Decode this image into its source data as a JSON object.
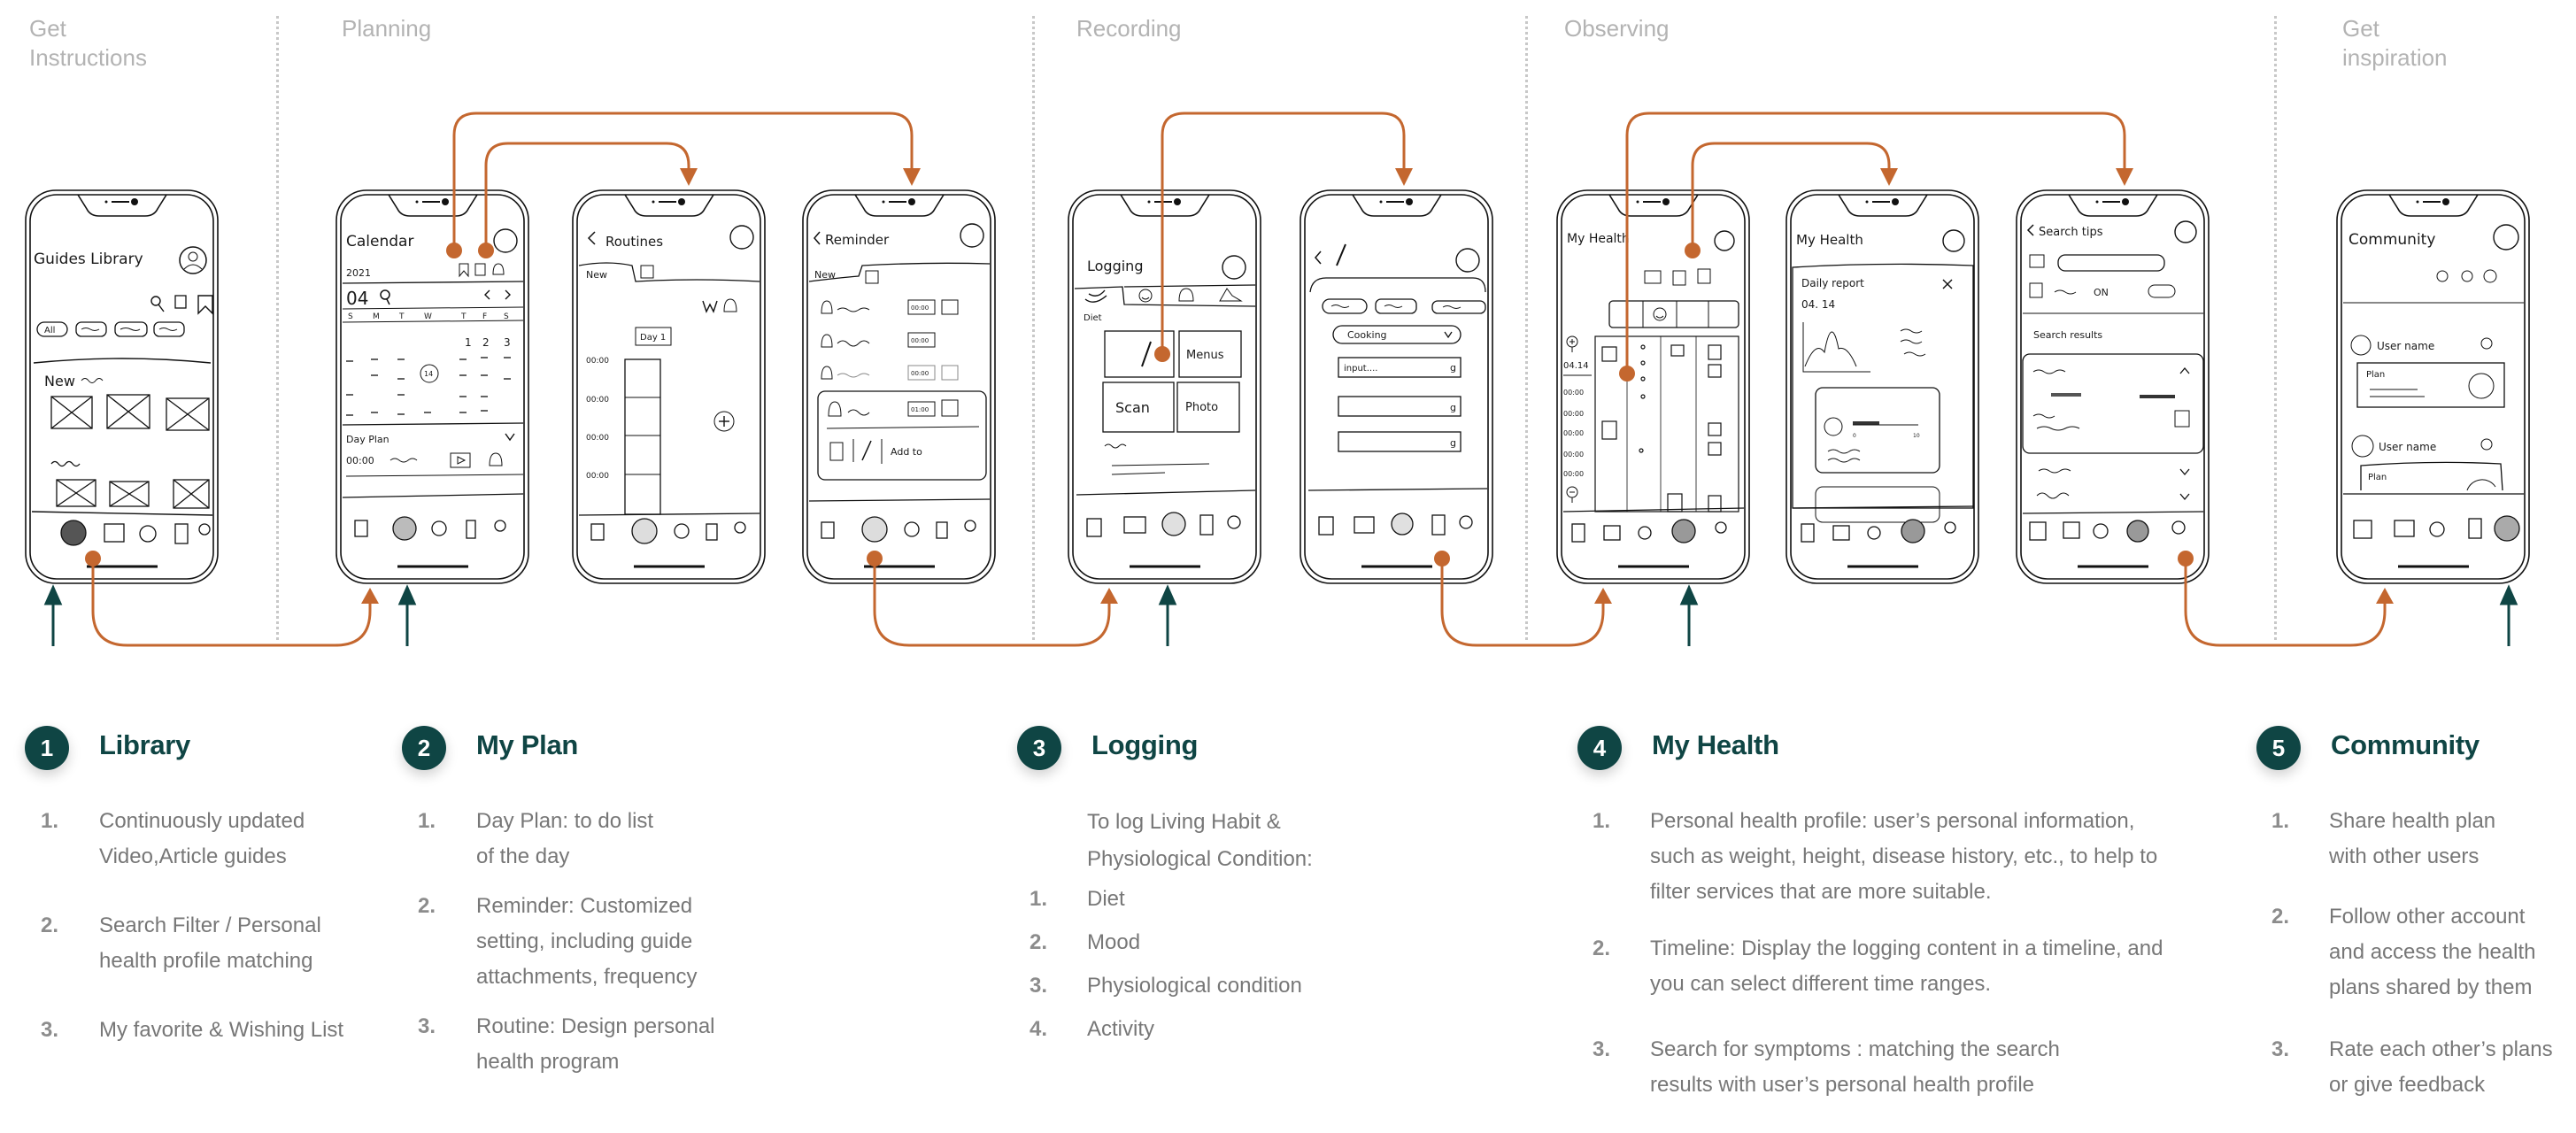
{
  "stages": [
    {
      "label": "Get\nInstructions"
    },
    {
      "label": "Planning"
    },
    {
      "label": "Recording"
    },
    {
      "label": "Observing"
    },
    {
      "label": "Get\ninspiration"
    }
  ],
  "colors": {
    "accent_orange": "#c4672f",
    "teal": "#0f4544",
    "stage_label": "#b3b3b3",
    "body_text": "#777777"
  },
  "screens": {
    "library": {
      "title": "Guides Library",
      "chip_all": "All",
      "section": "New"
    },
    "calendar": {
      "title": "Calendar",
      "year": "2021",
      "month": "04",
      "weekdays": [
        "S",
        "M",
        "T",
        "W",
        "T",
        "F",
        "S"
      ],
      "dates": [
        "1",
        "2",
        "3"
      ],
      "today": "14",
      "day_plan": "Day Plan",
      "time": "00:00"
    },
    "routines": {
      "title": "Routines",
      "new": "New",
      "day": "Day 1",
      "times": [
        "00:00",
        "00:00",
        "00:00",
        "00:00"
      ]
    },
    "reminder": {
      "title": "Reminder",
      "new": "New",
      "times": [
        "00:00",
        "00:00",
        "00:00",
        "01:00"
      ],
      "add_to": "Add to"
    },
    "logging": {
      "title": "Logging",
      "tab": "Diet",
      "tiles": [
        "Menus",
        "Scan",
        "Photo"
      ]
    },
    "log_input": {
      "select": "Cooking",
      "input_placeholder": "input....",
      "unit": "g"
    },
    "health": {
      "title": "My Health",
      "date": "04.14",
      "times": [
        "00:00",
        "00:00",
        "00:00",
        "00:00",
        "00:00"
      ]
    },
    "daily_report": {
      "title": "My Health",
      "card_title": "Daily report",
      "date": "04. 14",
      "scale_min": "0",
      "scale_max": "10"
    },
    "search_tips": {
      "title": "Search tips",
      "toggle": "ON",
      "results": "Search results"
    },
    "community": {
      "title": "Community",
      "user": "User name",
      "plan": "Plan"
    }
  },
  "sections": [
    {
      "num": "1",
      "title": "Library",
      "items": [
        {
          "n": "1.",
          "text": "Continuously updated\nVideo,Article guides"
        },
        {
          "n": "2.",
          "text": "Search Filter / Personal\nhealth profile matching"
        },
        {
          "n": "3.",
          "text": "My favorite & Wishing List"
        }
      ]
    },
    {
      "num": "2",
      "title": "My Plan",
      "items": [
        {
          "n": "1.",
          "text": "Day Plan: to do list\nof the day"
        },
        {
          "n": "2.",
          "text": "Reminder: Customized\nsetting, including guide\nattachments, frequency"
        },
        {
          "n": "3.",
          "text": "Routine: Design personal\nhealth program"
        }
      ]
    },
    {
      "num": "3",
      "title": "Logging",
      "intro": "To log Living Habit &\nPhysiological Condition:",
      "items": [
        {
          "n": "1.",
          "text": "Diet"
        },
        {
          "n": "2.",
          "text": "Mood"
        },
        {
          "n": "3.",
          "text": "Physiological condition"
        },
        {
          "n": "4.",
          "text": "Activity"
        }
      ]
    },
    {
      "num": "4",
      "title": "My Health",
      "items": [
        {
          "n": "1.",
          "text": "Personal health profile: user’s personal information,\nsuch as weight, height, disease history, etc., to help to\nfilter services that are more suitable."
        },
        {
          "n": "2.",
          "text": "Timeline: Display the logging content in a timeline, and\nyou can select different time ranges."
        },
        {
          "n": "3.",
          "text": "Search for symptoms : matching the search\nresults  with user’s personal health profile"
        }
      ]
    },
    {
      "num": "5",
      "title": "Community",
      "items": [
        {
          "n": "1.",
          "text": "Share health plan\nwith other users"
        },
        {
          "n": "2.",
          "text": "Follow other account\nand access the health\nplans shared by them"
        },
        {
          "n": "3.",
          "text": "Rate each other’s plans\nor give feedback"
        }
      ]
    }
  ]
}
